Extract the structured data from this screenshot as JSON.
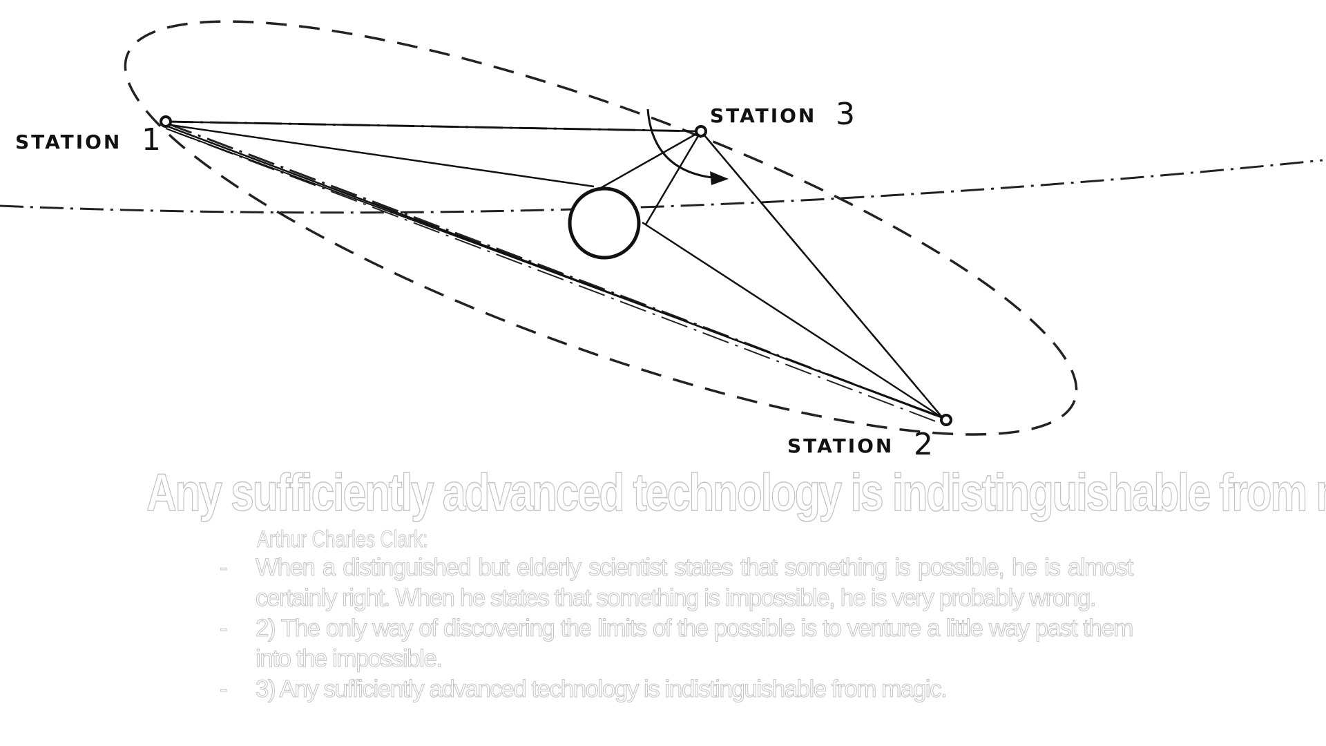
{
  "diagram": {
    "stations": [
      {
        "label": "STATION",
        "number": "1"
      },
      {
        "label": "STATION",
        "number": "3"
      },
      {
        "label": "STATION",
        "number": "2"
      }
    ]
  },
  "quote": {
    "title": "Any sufficiently advanced technology is indistinguishable from magic.",
    "author": "Arthur Charles Clark:",
    "laws": [
      "When a distinguished but elderly scientist states that something is possible, he is almost certainly right. When he states that something is impossible, he is very probably wrong.",
      "2) The only way of discovering the limits of the possible is to venture a little way past them into the impossible.",
      "3) Any sufficiently advanced technology is indistinguishable from magic."
    ],
    "bullet": "-"
  },
  "colors": {
    "ink": "#111111",
    "overlay_text_outline": "#c4c4c4",
    "background": "#ffffff"
  }
}
